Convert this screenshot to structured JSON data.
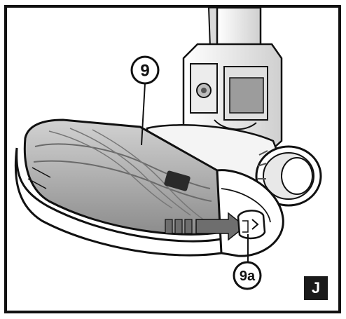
{
  "figure": {
    "callouts": [
      {
        "id": "9",
        "label": "9"
      },
      {
        "id": "9a",
        "label": "9a"
      }
    ],
    "badge": "J"
  },
  "colors": {
    "outline": "#111111",
    "body_fill": "#ffffff",
    "window_fill": "#b5b5b5",
    "arrow_fill": "#6e6e6e",
    "badge_bg": "#1a1a1a",
    "badge_text": "#ffffff"
  }
}
